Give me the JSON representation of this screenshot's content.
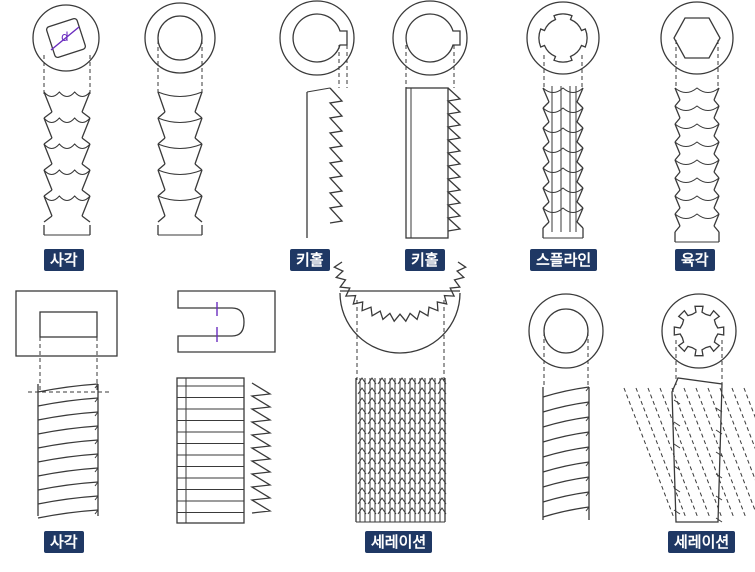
{
  "labels": {
    "square_top": "사각",
    "keyhole_a": "키홀",
    "keyhole_b": "키홀",
    "spline": "스플라인",
    "hex": "육각",
    "square_bottom": "사각",
    "serration_a": "세레이션",
    "serration_b": "세레이션"
  },
  "dimension_mark": "d",
  "colors": {
    "label_bg": "#1f3864",
    "label_text": "#ffffff",
    "line": "#3a3a3a",
    "dimension": "#6a2cbf"
  }
}
